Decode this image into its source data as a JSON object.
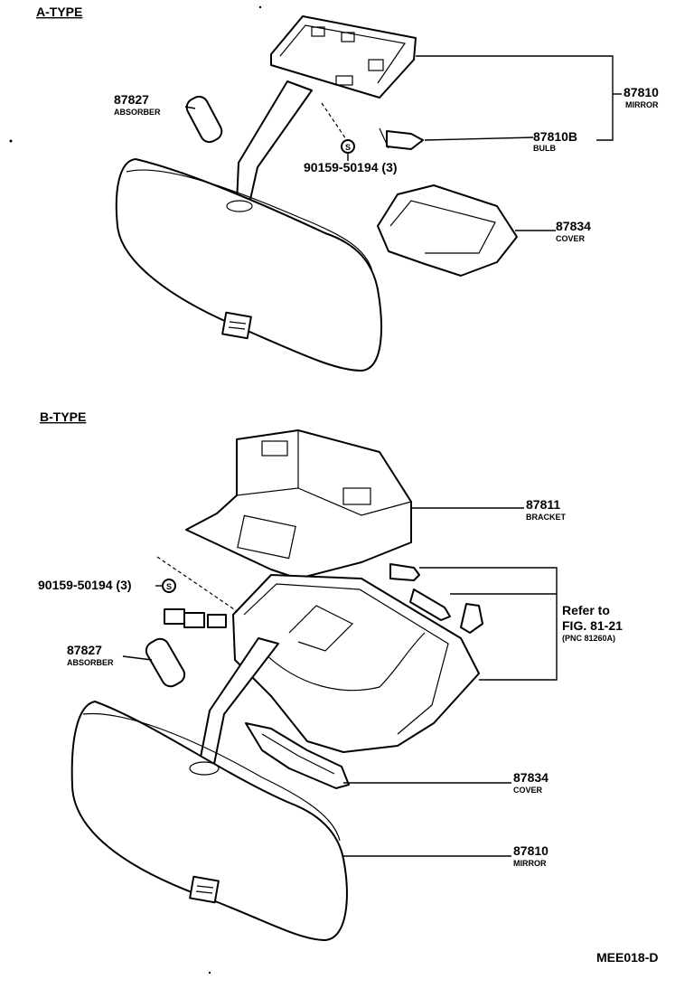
{
  "sections": {
    "a_type": "A-TYPE",
    "b_type": "B-TYPE"
  },
  "a_labels": {
    "absorber_num": "87827",
    "absorber_name": "ABSORBER",
    "mirror_num": "87810",
    "mirror_name": "MIRROR",
    "bulb_num": "87810B",
    "bulb_name": "BULB",
    "screw_num": "90159-50194 (3)",
    "cover_num": "87834",
    "cover_name": "COVER"
  },
  "b_labels": {
    "bracket_num": "87811",
    "bracket_name": "BRACKET",
    "screw_num": "90159-50194 (3)",
    "absorber_num": "87827",
    "absorber_name": "ABSORBER",
    "refer_1": "Refer to",
    "refer_2": "FIG. 81-21",
    "refer_3": "(PNC 81260A)",
    "cover_num": "87834",
    "cover_name": "COVER",
    "mirror_num": "87810",
    "mirror_name": "MIRROR"
  },
  "screw_symbol": "S",
  "figure_code": "MEE018-D"
}
